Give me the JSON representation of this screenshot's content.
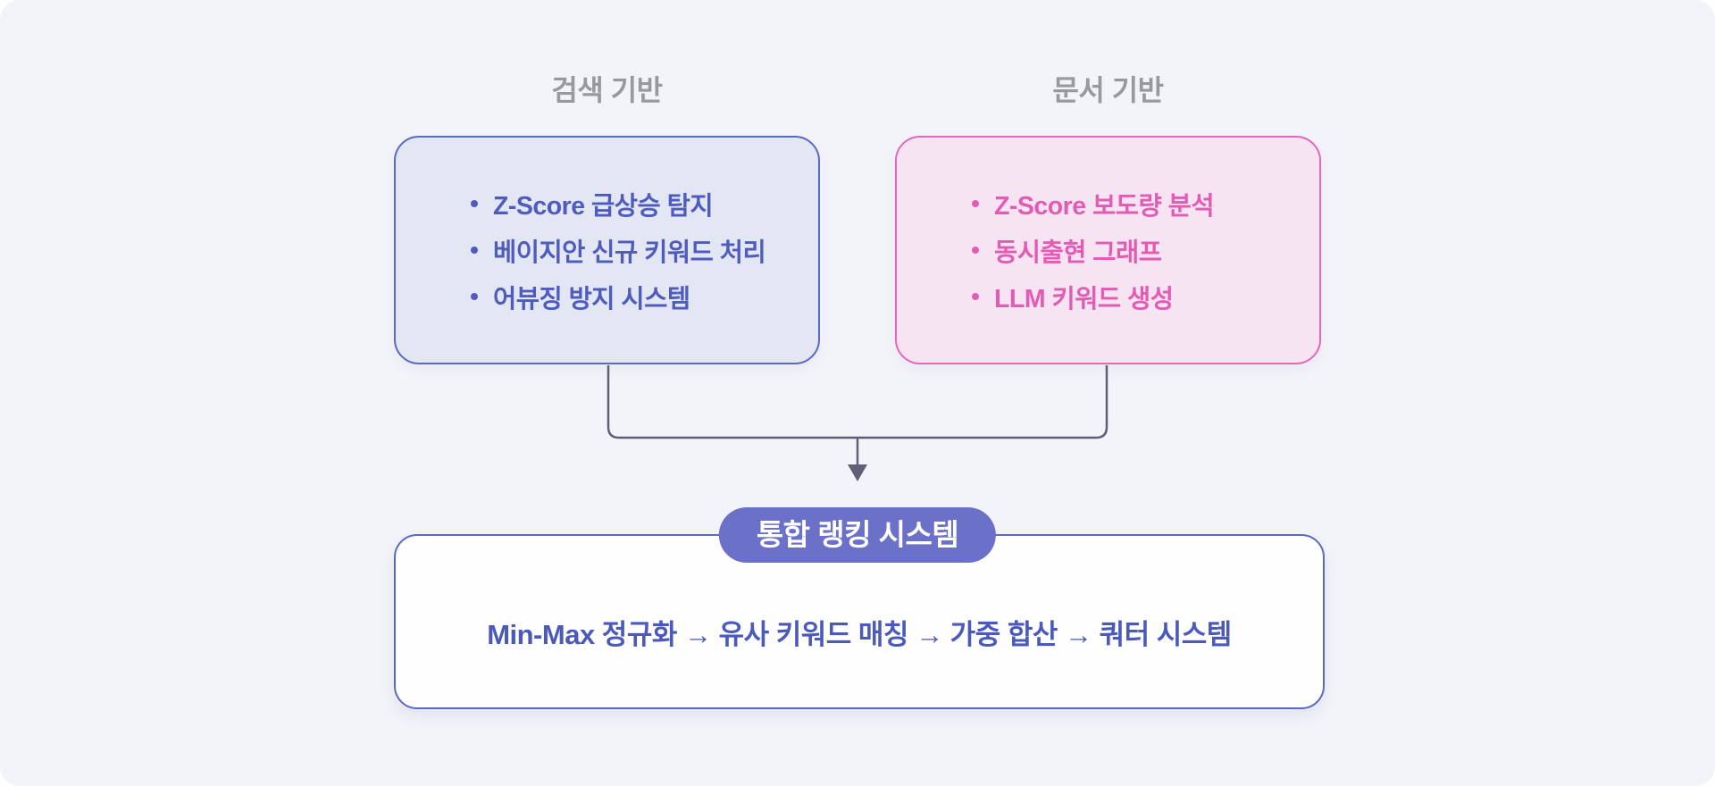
{
  "page": {
    "background_color": "#f3f4f9"
  },
  "left_column": {
    "label": "검색 기반",
    "items": [
      "Z-Score 급상승 탐지",
      "베이지안 신규 키워드 처리",
      "어뷰징 방지 시스템"
    ],
    "colors": {
      "fill": "#e3e6f3",
      "border": "#5b69c0",
      "text": "#4f5cbe"
    }
  },
  "right_column": {
    "label": "문서 기반",
    "items": [
      "Z-Score 보도량 분석",
      "동시출현 그래프",
      "LLM 키워드 생성"
    ],
    "colors": {
      "fill": "#f7e4f2",
      "border": "#e667b9",
      "text": "#e25cb4"
    }
  },
  "column_label_color": "#98989f",
  "merge": {
    "connector_color": "#5f5f78",
    "badge_label": "통합 랭킹 시스템",
    "badge_bg": "#6b70c8",
    "badge_text_color": "#ffffff",
    "result_text": "Min-Max 정규화 → 유사 키워드 매칭 → 가중 합산 → 쿼터 시스템",
    "result_text_color": "#4b59bb",
    "result_border": "#5b68c4",
    "result_fill": "#fefeff"
  }
}
